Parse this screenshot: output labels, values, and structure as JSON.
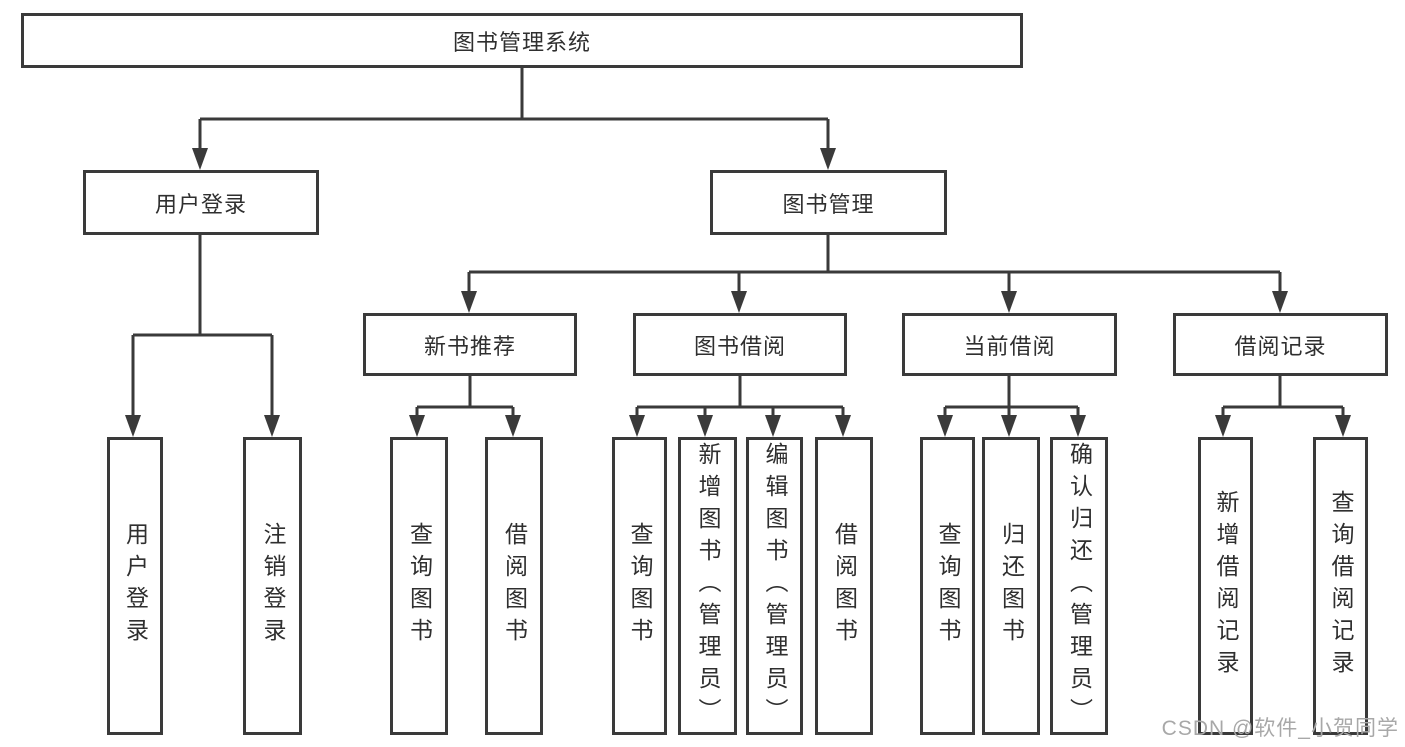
{
  "diagram": {
    "root": {
      "label": "图书管理系统"
    },
    "level2": [
      {
        "label": "用户登录"
      },
      {
        "label": "图书管理"
      }
    ],
    "level3": [
      {
        "label": "新书推荐"
      },
      {
        "label": "图书借阅"
      },
      {
        "label": "当前借阅"
      },
      {
        "label": "借阅记录"
      }
    ],
    "leaves": [
      {
        "label": "用户登录"
      },
      {
        "label": "注销登录"
      },
      {
        "label": "查询图书"
      },
      {
        "label": "借阅图书"
      },
      {
        "label": "查询图书"
      },
      {
        "label": "新增图书（管理员）"
      },
      {
        "label": "编辑图书（管理员）"
      },
      {
        "label": "借阅图书"
      },
      {
        "label": "查询图书"
      },
      {
        "label": "归还图书"
      },
      {
        "label": "确认归还（管理员）"
      },
      {
        "label": "新增借阅记录"
      },
      {
        "label": "查询借阅记录"
      }
    ]
  },
  "watermark": "CSDN @软件_小贺同学",
  "colors": {
    "line": "#3a3a3a",
    "text": "#2f2f2f",
    "watermark": "#a8a8a8",
    "background": "#ffffff"
  }
}
